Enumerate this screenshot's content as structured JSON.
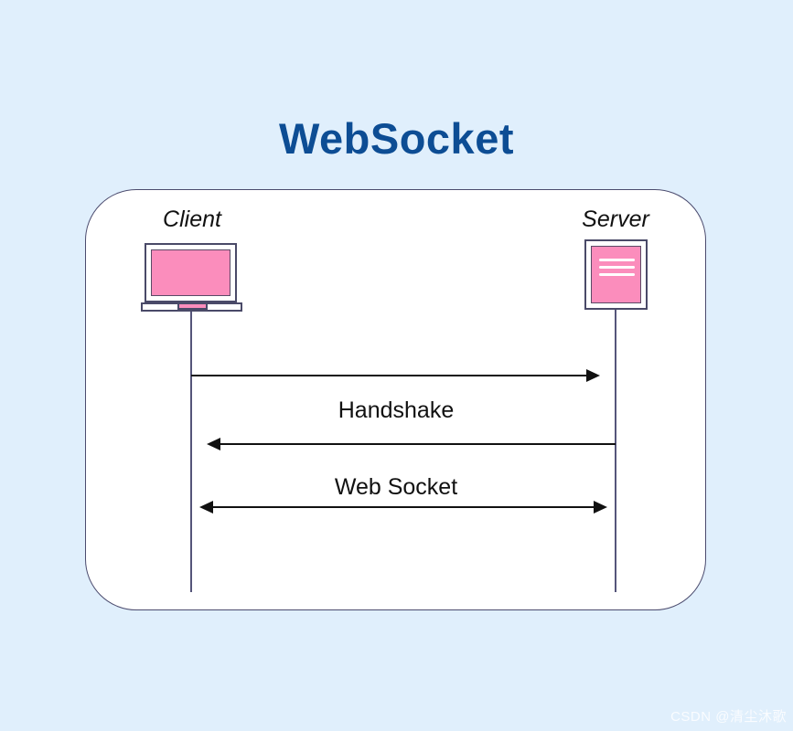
{
  "page": {
    "title": "WebSocket",
    "watermark": "CSDN @清尘沐歌"
  },
  "diagram": {
    "type": "sequence-diagram",
    "actors": [
      {
        "label": "Client",
        "icon": "monitor-icon"
      },
      {
        "label": "Server",
        "icon": "server-icon"
      }
    ],
    "messages": [
      {
        "label": "Handshake",
        "arrows": [
          "client-to-server",
          "server-to-client"
        ]
      },
      {
        "label": "Web Socket",
        "arrows": [
          "bidirectional"
        ]
      }
    ],
    "colors": {
      "background": "#e0effc",
      "panel_fill": "#ffffff",
      "panel_border": "#4b4b6e",
      "title_blue": "#0d4d94",
      "icon_pink": "#fb8dbc",
      "icon_border": "#4a4a68",
      "lifeline": "#55557a",
      "arrow": "#111111"
    }
  }
}
